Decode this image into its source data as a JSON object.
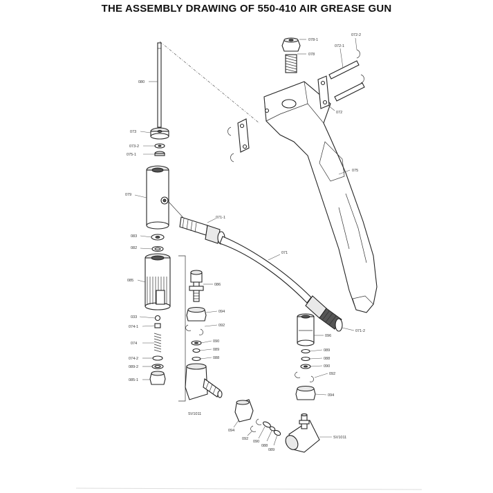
{
  "title": "THE ASSEMBLY DRAWING OF  550-410  AIR GREASE GUN",
  "labels": {
    "p078_1": "078-1",
    "p078": "078",
    "p072_2": "072-2",
    "p072_1": "072-1",
    "p072": "072",
    "p080": "080",
    "p073": "073",
    "p073_2": "073-2",
    "p075_1": "075-1",
    "p075": "075",
    "p079": "079",
    "p071_1": "071-1",
    "p071": "071",
    "p083": "083",
    "p082": "082",
    "p085": "085",
    "p086": "086",
    "p094_a": "094",
    "p092_a": "092",
    "p033": "033",
    "p074_1": "074-1",
    "p074": "074",
    "p090_a": "090",
    "p089_a": "089",
    "p088_a": "088",
    "p074_2": "074-2",
    "p089_2": "089-2",
    "p085_1": "085-1",
    "p096": "096",
    "p071_2": "071-2",
    "p089_b": "089",
    "p088_b": "088",
    "p090_b": "090",
    "p092_b": "092",
    "p094_b": "094",
    "p094_c": "094",
    "p092_c": "092",
    "p090_c": "090",
    "p088_c": "088",
    "p089_c": "089",
    "sub_a": "SV1011",
    "sub_b": "SV1011"
  }
}
